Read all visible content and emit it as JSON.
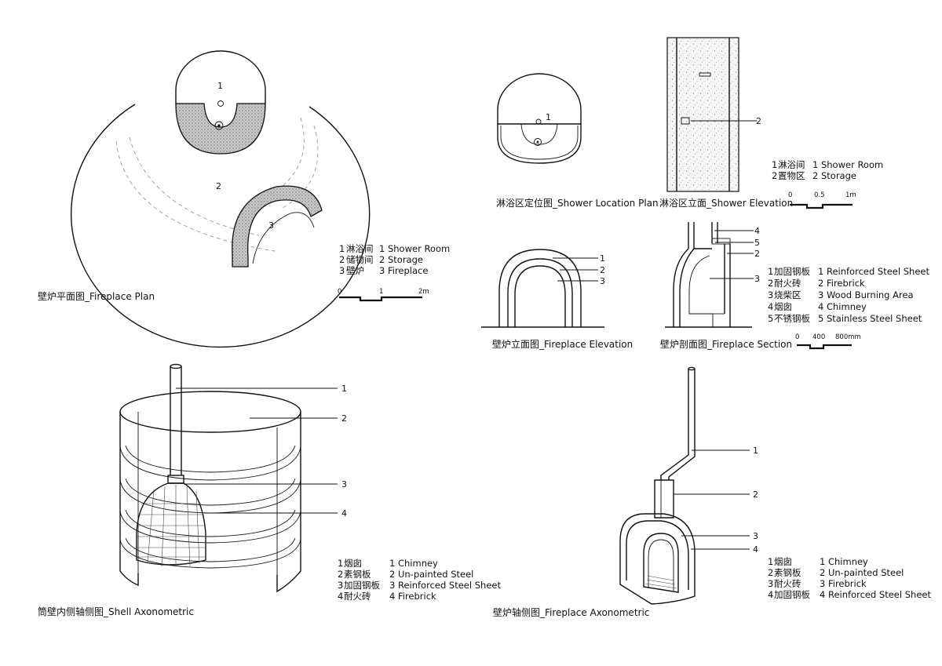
{
  "views": {
    "fireplace_plan": {
      "title": "壁炉平面图_Fireplace Plan",
      "tags": [
        "1",
        "2",
        "3"
      ],
      "legend": [
        {
          "n": "1",
          "zh": "淋浴间",
          "en": "1 Shower Room"
        },
        {
          "n": "2",
          "zh": "储物间",
          "en": "2 Storage"
        },
        {
          "n": "3",
          "zh": "壁炉",
          "en": "3 Fireplace"
        }
      ],
      "scale": [
        "0",
        "1",
        "2m"
      ]
    },
    "shower_location_plan": {
      "title": "淋浴区定位图_Shower Location Plan",
      "tags": [
        "1"
      ]
    },
    "shower_elevation": {
      "title": "淋浴区立面_Shower Elevation",
      "tags": [
        "2"
      ],
      "legend": [
        {
          "n": "1",
          "zh": "淋浴间",
          "en": "1 Shower Room"
        },
        {
          "n": "2",
          "zh": "置物区",
          "en": "2 Storage"
        }
      ],
      "scale": [
        "0",
        "0.5",
        "1m"
      ]
    },
    "fireplace_elevation": {
      "title": "壁炉立面图_Fireplace Elevation",
      "tags": [
        "1",
        "2",
        "3"
      ]
    },
    "fireplace_section": {
      "title": "壁炉剖面图_Fireplace Section",
      "tags": [
        "4",
        "5",
        "2",
        "3"
      ],
      "legend": [
        {
          "n": "1",
          "zh": "加固钢板",
          "en": "1 Reinforced Steel Sheet"
        },
        {
          "n": "2",
          "zh": "耐火砖",
          "en": "2 Firebrick"
        },
        {
          "n": "3",
          "zh": "烧柴区",
          "en": "3 Wood Burning Area"
        },
        {
          "n": "4",
          "zh": "烟囱",
          "en": "4 Chimney"
        },
        {
          "n": "5",
          "zh": "不锈钢板",
          "en": "5 Stainless Steel Sheet"
        }
      ],
      "scale": [
        "0",
        "400",
        "800mm"
      ]
    },
    "shell_axonometric": {
      "title": "筒壁内侧轴侧图_Shell Axonometric",
      "tags": [
        "1",
        "2",
        "3",
        "4"
      ],
      "legend": [
        {
          "n": "1",
          "zh": "烟囱",
          "en": "1 Chimney"
        },
        {
          "n": "2",
          "zh": "素钢板",
          "en": "2 Un-painted Steel"
        },
        {
          "n": "3",
          "zh": "加固钢板",
          "en": "3 Reinforced Steel Sheet"
        },
        {
          "n": "4",
          "zh": "耐火砖",
          "en": "4 Firebrick"
        }
      ]
    },
    "fireplace_axonometric": {
      "title": "壁炉轴侧图_Fireplace Axonometric",
      "tags": [
        "1",
        "2",
        "3",
        "4"
      ],
      "legend": [
        {
          "n": "1",
          "zh": "烟囱",
          "en": "1 Chimney"
        },
        {
          "n": "2",
          "zh": "素钢板",
          "en": "2 Un-painted Steel"
        },
        {
          "n": "3",
          "zh": "耐火砖",
          "en": "3 Firebrick"
        },
        {
          "n": "4",
          "zh": "加固钢板",
          "en": "4 Reinforced Steel Sheet"
        }
      ]
    }
  }
}
